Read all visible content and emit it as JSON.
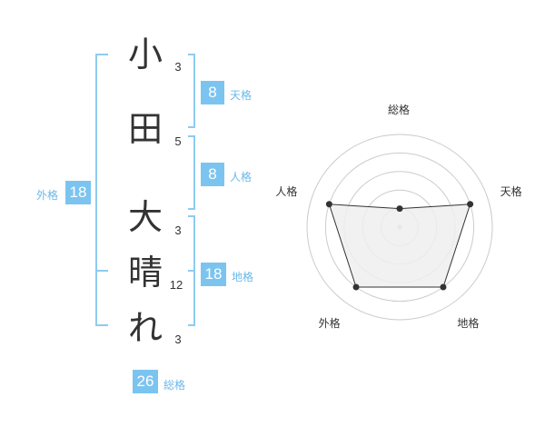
{
  "name_chars": [
    {
      "char": "小",
      "strokes": "3"
    },
    {
      "char": "田",
      "strokes": "5"
    },
    {
      "char": "大",
      "strokes": "3"
    },
    {
      "char": "晴",
      "strokes": "12"
    },
    {
      "char": "れ",
      "strokes": "3"
    }
  ],
  "kakusu": {
    "tenkaku": {
      "value": "8",
      "label": "天格"
    },
    "jinkaku": {
      "value": "8",
      "label": "人格"
    },
    "chikaku": {
      "value": "18",
      "label": "地格"
    },
    "gaikaku": {
      "value": "18",
      "label": "外格"
    },
    "soukaku": {
      "value": "26",
      "label": "総格"
    }
  },
  "chart_data": {
    "type": "radar",
    "axes": [
      "総格",
      "天格",
      "地格",
      "外格",
      "人格"
    ],
    "values": [
      1,
      4,
      4,
      4,
      4
    ],
    "max": 5,
    "rings": 5
  },
  "colors": {
    "accent": "#7cc4f0",
    "bracket": "#8ecbf0",
    "radar_fill": "#eeeeee",
    "radar_line": "#333333",
    "ring": "#cccccc"
  }
}
